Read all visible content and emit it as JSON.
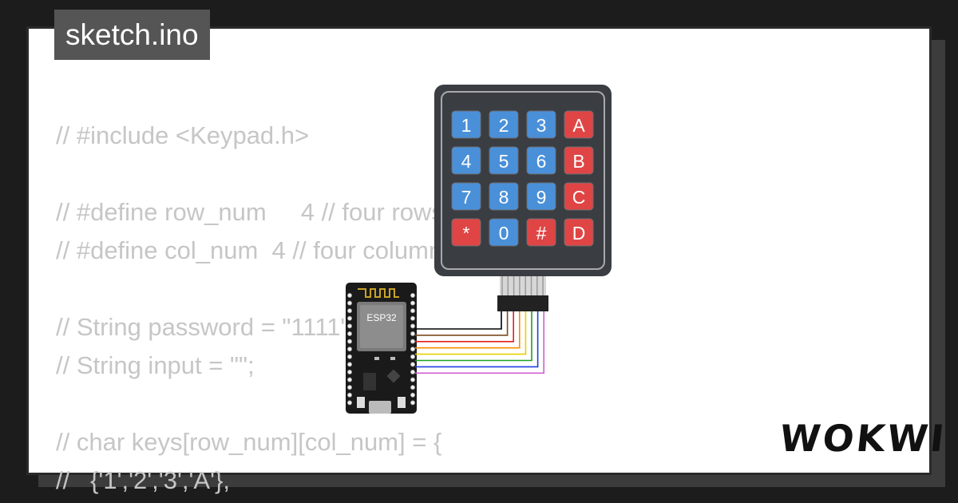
{
  "file_tab": {
    "label": "sketch.ino"
  },
  "code_lines": [
    "// #include <Keypad.h>",
    "",
    "// #define row_num     4 // four rows",
    "// #define col_num  4 // four columns",
    "",
    "// String password = \"1111\";",
    "// String input = \"\";",
    "",
    "// char keys[row_num][col_num] = {",
    "//   {'1','2','3','A'},"
  ],
  "keypad": {
    "keys": [
      [
        "1",
        "2",
        "3",
        "A"
      ],
      [
        "4",
        "5",
        "6",
        "B"
      ],
      [
        "7",
        "8",
        "9",
        "C"
      ],
      [
        "*",
        "0",
        "#",
        "D"
      ]
    ],
    "blue_key_color": "#4a90d9",
    "red_key_color": "#e04545",
    "body_color": "#3a3d42"
  },
  "board": {
    "chip_label": "ESP32"
  },
  "wire_colors": [
    "#000000",
    "#7b4a1e",
    "#e02020",
    "#ff8c00",
    "#e8d000",
    "#20a020",
    "#2040e0",
    "#d060d0"
  ],
  "brand": {
    "logo": "WOKWI"
  }
}
